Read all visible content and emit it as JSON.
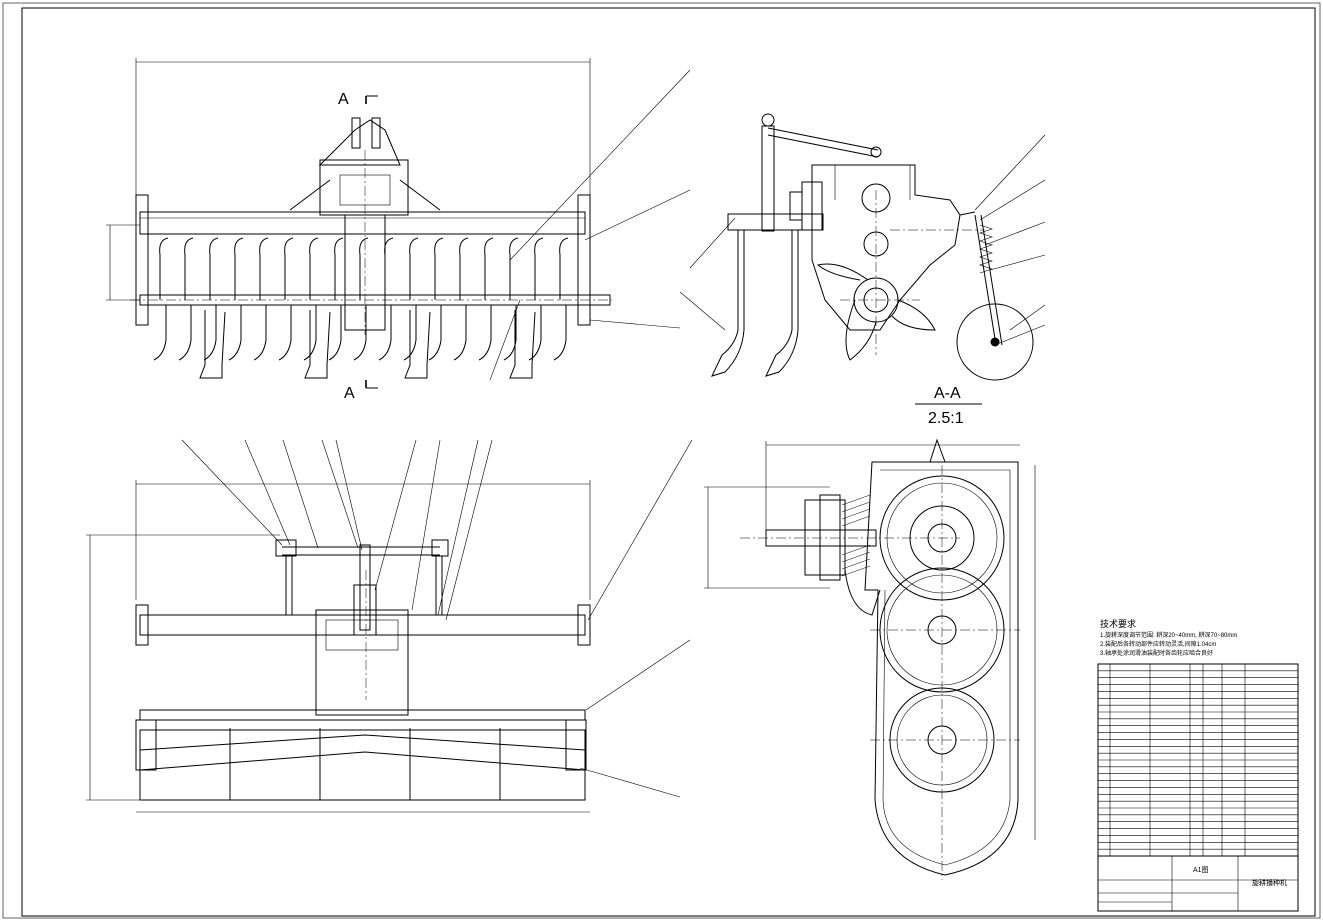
{
  "sheet": {
    "section_label_left_top": "A",
    "section_label_left_bottom": "A",
    "section_title": "A-A",
    "section_scale": "2.5:1"
  },
  "technical_requirements": {
    "heading": "技术要求",
    "items": [
      "1.旋耕深度调节范围: 耕深20~40mm, 耕深70~80mm",
      "2.装配后各转动部件应转动灵活,间隙1.04cm",
      "3.轴承处涂润滑油装配时各齿轮应啮合良好"
    ]
  },
  "title_block": {
    "title": "旋耕播种机",
    "material_label": "A1图"
  },
  "bom": {
    "row_count": 28
  }
}
